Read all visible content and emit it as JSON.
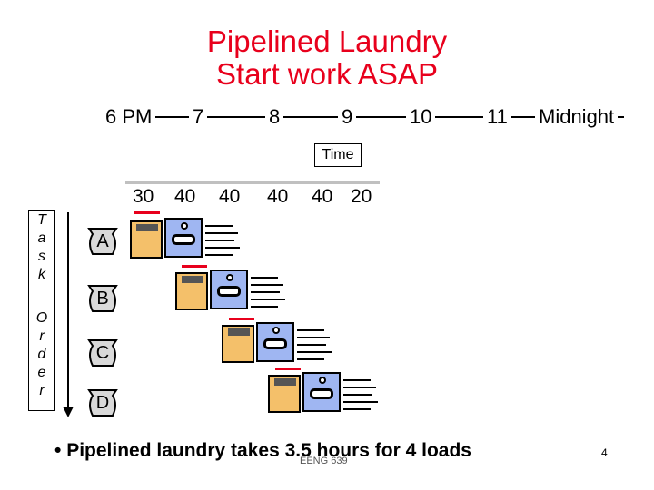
{
  "title": {
    "line1": "Pipelined Laundry",
    "line2": "Start work ASAP"
  },
  "timeline": {
    "hours": [
      "6 PM",
      "7",
      "8",
      "9",
      "10",
      "11",
      "Midnight"
    ],
    "axis_label": "Time"
  },
  "durations": [
    "30",
    "40",
    "40",
    "40",
    "40",
    "20"
  ],
  "task_order_label": [
    "T",
    "a",
    "s",
    "k",
    " ",
    "O",
    "r",
    "d",
    "e",
    "r"
  ],
  "loads": [
    "A",
    "B",
    "C",
    "D"
  ],
  "bullet": "Pipelined laundry takes 3.5 hours for 4 loads",
  "footer": "EENG 639",
  "page_number": "4",
  "colors": {
    "title": "#e8001c",
    "washer": "#f4c06a",
    "dryer": "#9fb6f2",
    "tick": "#e8001c"
  },
  "icons": [
    "laundry-bag-icon",
    "washer-icon",
    "dryer-icon",
    "folded-clothes-icon"
  ]
}
